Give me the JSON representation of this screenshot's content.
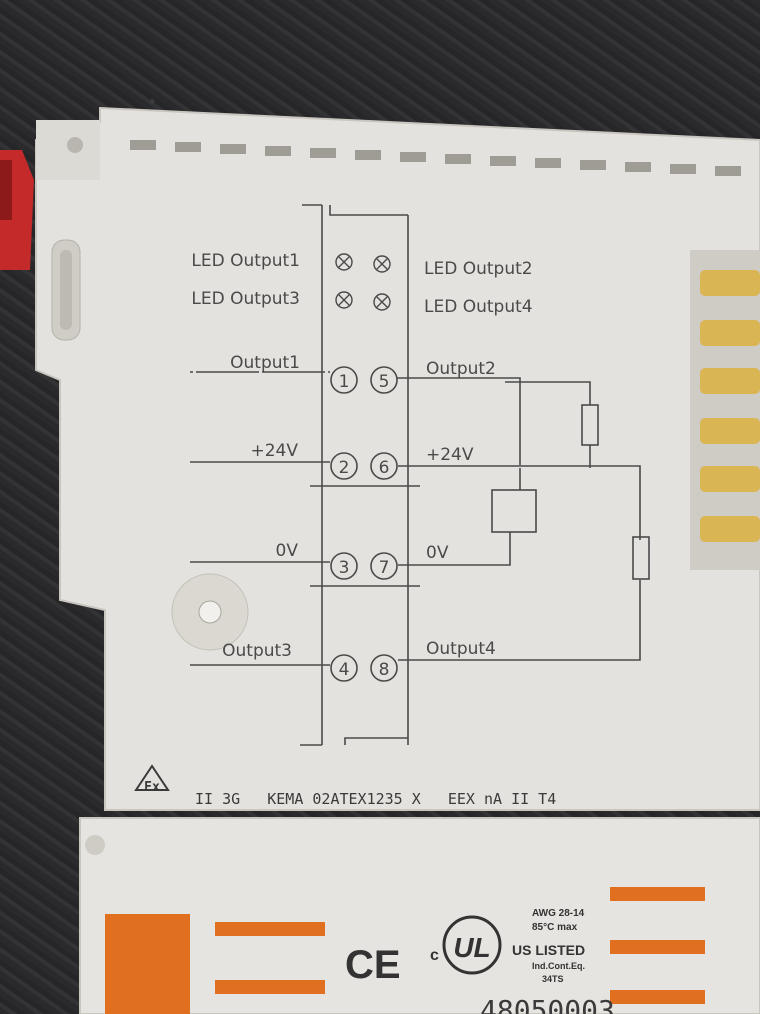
{
  "module": {
    "leds": [
      {
        "label": "LED Output1"
      },
      {
        "label": "LED Output2"
      },
      {
        "label": "LED Output3"
      },
      {
        "label": "LED Output4"
      }
    ],
    "signals": {
      "output1": "Output1",
      "output2": "Output2",
      "v24_left": "+24V",
      "v24_right": "+24V",
      "zero_left": "0V",
      "zero_right": "0V",
      "output3": "Output3",
      "output4": "Output4"
    },
    "terminals": [
      "1",
      "2",
      "3",
      "4",
      "5",
      "6",
      "7",
      "8"
    ],
    "certification": "II 3G   KEMA 02ATEX1235 X   EEX nA II T4",
    "atex_mark": "Ex"
  },
  "lower_module": {
    "ce_mark": "CE",
    "ul_prefix": "c",
    "ul_mark": "UL",
    "ul_suffix": "US LISTED",
    "awg": "AWG 28-14",
    "temp": "85°C max",
    "ind": "Ind.Cont.Eq.",
    "code": "34TS",
    "serial_partial": "48050003"
  },
  "colors": {
    "housing": "#e4e2de",
    "print": "#4a4a4a",
    "orange_tab": "#e07020",
    "red_latch": "#c42a2a",
    "gold_contact": "#d9b554"
  }
}
